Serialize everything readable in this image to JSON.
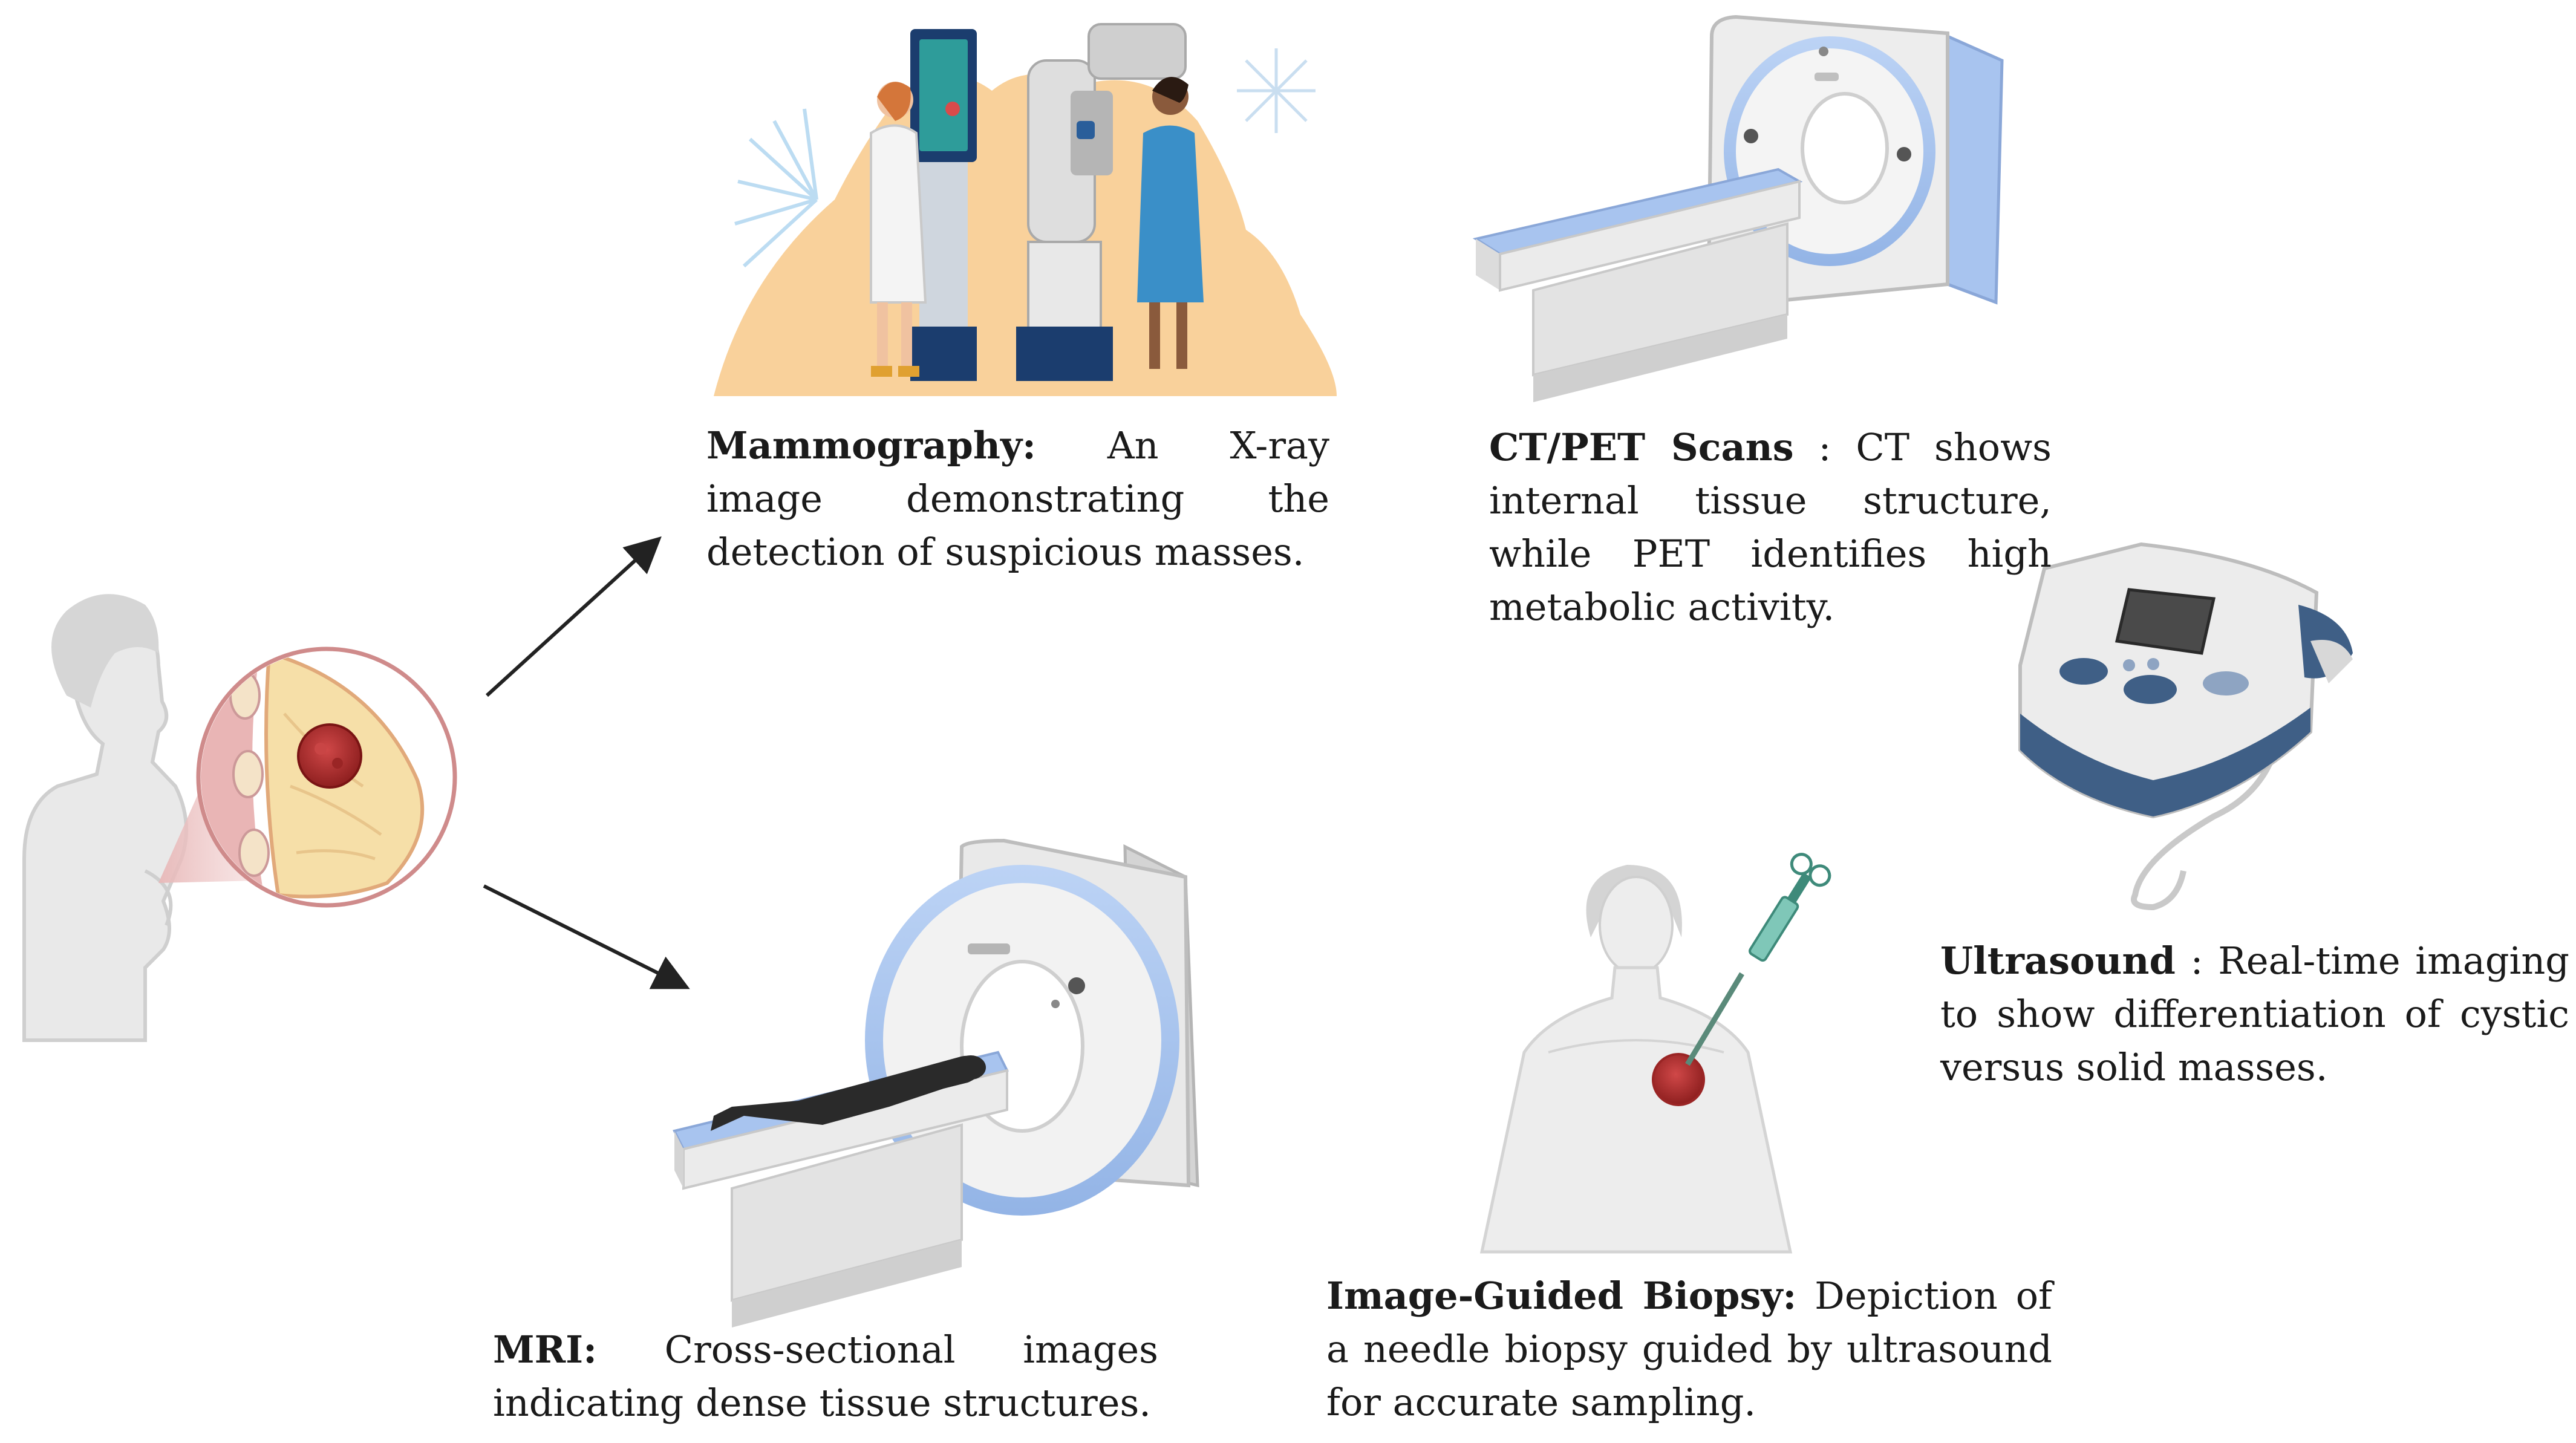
{
  "captions": {
    "mammography": {
      "title": "Mammography:",
      "text": "An X-ray image demonstrating the detection of suspicious masses."
    },
    "ct_pet": {
      "title": "CT/PET Scans",
      "text": ": CT shows internal tissue structure, while PET identifies high metabolic activity."
    },
    "ultrasound": {
      "title": "Ultrasound",
      "text": ": Real-time imaging to show differentiation of cystic versus solid masses."
    },
    "mri": {
      "title": "MRI:",
      "text": "Cross-sectional images indicating dense tissue structures."
    },
    "biopsy": {
      "title": "Image-Guided Biopsy:",
      "text": "Depiction of a needle biopsy guided by ultrasound for accurate sampling."
    }
  },
  "colors": {
    "skin": "#e6e6e6",
    "skin_outline": "#c4c4c4",
    "tumor": "#b02a2a",
    "zoom_pink": "#e8b8b8",
    "tissue_yellow": "#f6dfa8",
    "background_peach": "#f8c98a",
    "scrub_blue": "#3a8fc8",
    "machine_gray": "#dcdcdc",
    "machine_blue": "#a8c4ef",
    "device_navy": "#3f5f86",
    "arrow": "#222222"
  },
  "icons": [
    "patient-silhouette-icon",
    "breast-tumor-zoom-icon",
    "mammography-scene-icon",
    "ct-scanner-icon",
    "ultrasound-device-icon",
    "mri-scanner-icon",
    "biopsy-figure-icon"
  ]
}
